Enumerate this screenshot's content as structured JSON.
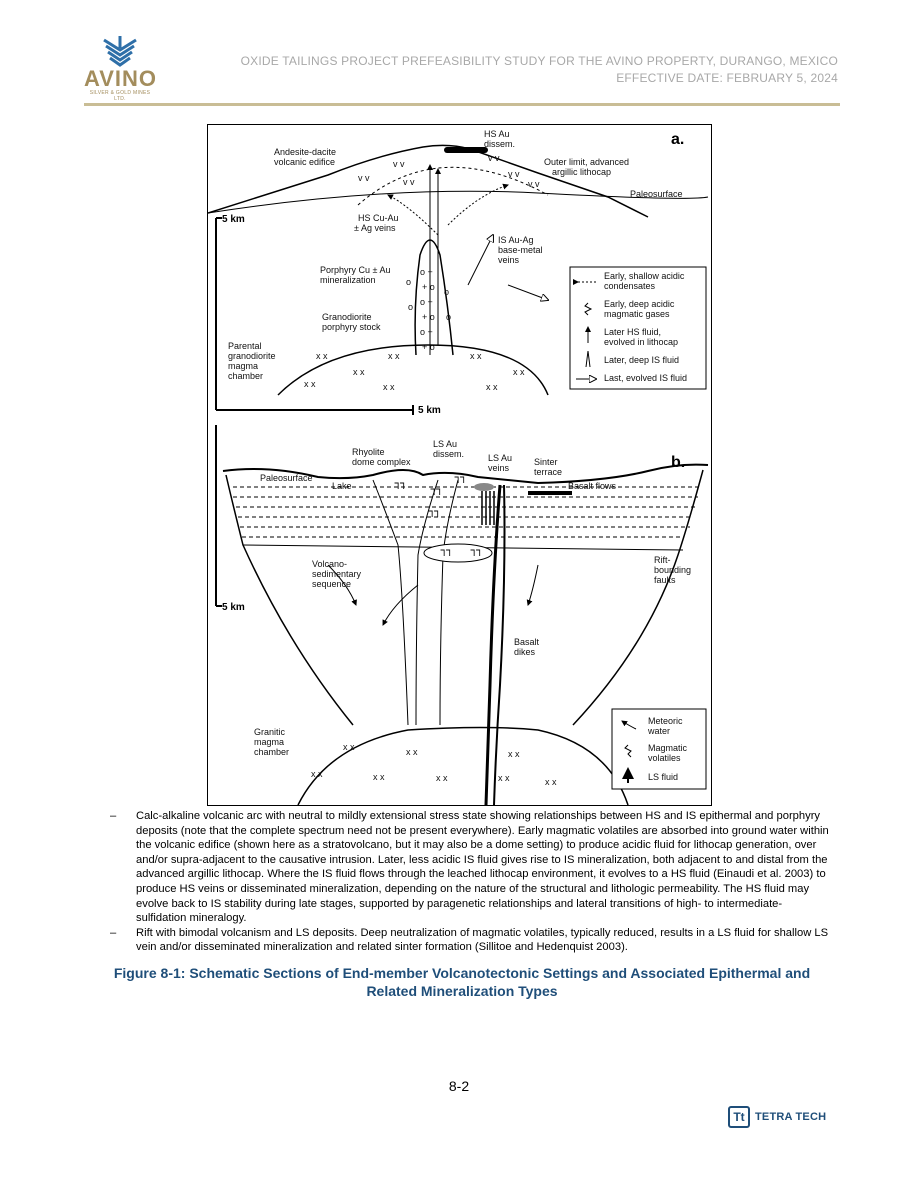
{
  "header": {
    "logo_text": "AVINO",
    "logo_tagline": "SILVER & GOLD MINES LTD.",
    "title_line1": "OXIDE TAILINGS PROJECT PREFEASIBILITY STUDY FOR THE AVINO PROPERTY, DURANGO, MEXICO",
    "title_line2": "EFFECTIVE DATE: FEBRUARY 5, 2024"
  },
  "figure": {
    "panel_a": {
      "label": "a.",
      "depth_scale": "5 km",
      "horizontal_scale": "5 km",
      "labels": {
        "edifice_1": "Andesite-dacite",
        "edifice_2": "volcanic edifice",
        "hs_dissem_1": "HS Au",
        "hs_dissem_2": "dissem.",
        "outer_1": "Outer limit, advanced",
        "outer_2": "argillic lithocap",
        "paleosurface": "Paleosurface",
        "hs_veins_1": "HS Cu-Au",
        "hs_veins_2": "± Ag veins",
        "is_veins_1": "IS Au-Ag",
        "is_veins_2": "base-metal",
        "is_veins_3": "veins",
        "porphyry_1": "Porphyry Cu ± Au",
        "porphyry_2": "mineralization",
        "granodiorite_1": "Granodiorite",
        "granodiorite_2": "porphyry stock",
        "parental_1": "Parental",
        "parental_2": "granodiorite",
        "parental_3": "magma",
        "parental_4": "chamber"
      },
      "legend": [
        {
          "line1": "Early, shallow acidic",
          "line2": "condensates"
        },
        {
          "line1": "Early, deep acidic",
          "line2": "magmatic gases"
        },
        {
          "line1": "Later HS fluid,",
          "line2": "evolved in lithocap"
        },
        {
          "line1": "Later, deep IS fluid",
          "line2": ""
        },
        {
          "line1": "Last, evolved IS fluid",
          "line2": ""
        }
      ]
    },
    "panel_b": {
      "label": "b.",
      "depth_scale": "5 km",
      "labels": {
        "rhyolite_1": "Rhyolite",
        "rhyolite_2": "dome complex",
        "ls_dissem_1": "LS Au",
        "ls_dissem_2": "dissem.",
        "ls_veins_1": "LS Au",
        "ls_veins_2": "veins",
        "sinter_1": "Sinter",
        "sinter_2": "terrace",
        "paleosurface": "Paleosurface",
        "lake": "Lake",
        "basalt_flows": "Basalt flows",
        "volcano_1": "Volcano-",
        "volcano_2": "sedimentary",
        "volcano_3": "sequence",
        "rift_1": "Rift-",
        "rift_2": "bounding",
        "rift_3": "faults",
        "dikes_1": "Basalt",
        "dikes_2": "dikes",
        "granitic_1": "Granitic",
        "granitic_2": "magma",
        "granitic_3": "chamber"
      },
      "legend": [
        {
          "line1": "Meteoric",
          "line2": "water"
        },
        {
          "line1": "Magmatic",
          "line2": "volatiles"
        },
        {
          "line1": "LS fluid",
          "line2": ""
        }
      ]
    }
  },
  "captions": [
    {
      "dash": "–",
      "text": "Calc-alkaline volcanic arc with neutral to mildly extensional stress state showing relationships between HS and IS epithermal and porphyry deposits (note that the complete spectrum need not be present everywhere). Early magmatic volatiles are absorbed into ground water within the volcanic edifice (shown here as a stratovolcano, but it may also be a dome setting) to produce acidic fluid for lithocap generation, over and/or supra-adjacent to the causative intrusion. Later, less acidic IS fluid gives rise to IS mineralization, both adjacent to and distal from the advanced argillic lithocap. Where the IS fluid flows through the leached lithocap environment, it evolves to a HS fluid (Einaudi et al. 2003) to produce HS veins or disseminated mineralization, depending on the nature of the structural and lithologic permeability. The HS fluid may evolve back to IS stability during late stages, supported by paragenetic relationships and lateral transitions of high- to intermediate-sulfidation mineralogy."
    },
    {
      "dash": "–",
      "text": "Rift with bimodal volcanism and LS deposits. Deep neutralization of magmatic volatiles, typically reduced, results in a LS fluid for shallow LS vein and/or disseminated mineralization and related sinter formation (Sillitoe and Hedenquist 2003)."
    }
  ],
  "figure_title_line1": "Figure 8-1: Schematic Sections of End-member Volcanotectonic Settings and Associated Epithermal and",
  "figure_title_line2": "Related Mineralization Types",
  "page_number": "8-2",
  "footer": {
    "company_mark": "Tt",
    "company_name": "TETRA TECH"
  }
}
